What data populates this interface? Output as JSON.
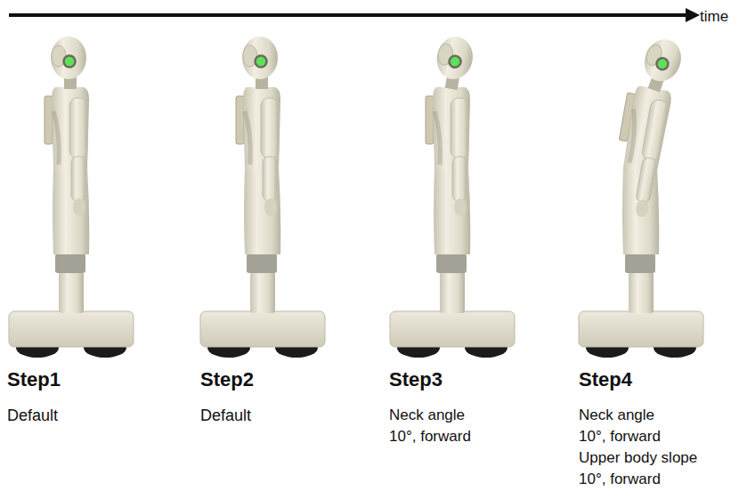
{
  "diagram": {
    "labels": [
      "time",
      "Step1",
      "Default",
      "Step2",
      "Default",
      "Step3",
      "Neck angle 10°, forward",
      "Step4",
      "Neck angle 10°, forward",
      "Upper body slope 10°, forward"
    ]
  }
}
